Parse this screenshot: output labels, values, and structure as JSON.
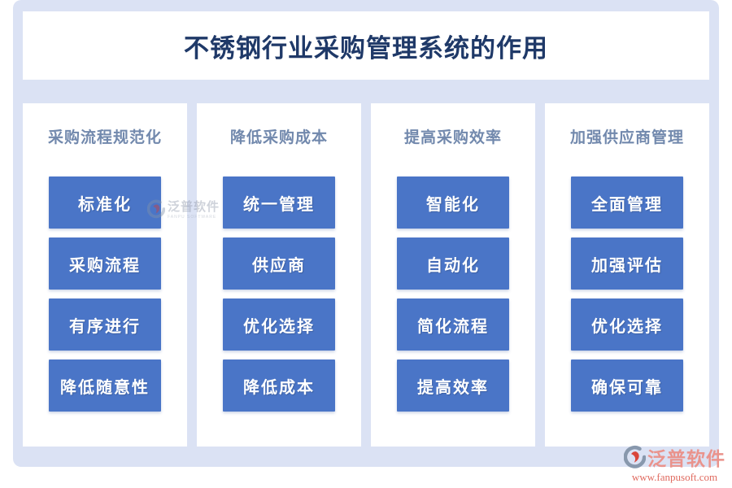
{
  "title": "不锈钢行业采购管理系统的作用",
  "columns": [
    {
      "header": "采购流程规范化",
      "items": [
        "标准化",
        "采购流程",
        "有序进行",
        "降低随意性"
      ]
    },
    {
      "header": "降低采购成本",
      "items": [
        "统一管理",
        "供应商",
        "优化选择",
        "降低成本"
      ]
    },
    {
      "header": "提高采购效率",
      "items": [
        "智能化",
        "自动化",
        "简化流程",
        "提高效率"
      ]
    },
    {
      "header": "加强供应商管理",
      "items": [
        "全面管理",
        "加强评估",
        "优化选择",
        "确保可靠"
      ]
    }
  ],
  "watermark": {
    "brand": "泛普软件",
    "brand_en": "FANPU SOFTWARE"
  },
  "footer": {
    "brand": "泛普软件",
    "url": "www.fanpusoft.com"
  },
  "colors": {
    "panel_lavender": "#dbe2f4",
    "button_blue": "#4a75c7",
    "title_navy": "#1f3968",
    "header_grayblue": "#7289ad",
    "footer_salmon": "#ea938c",
    "footer_url_red": "#e06a5f"
  }
}
